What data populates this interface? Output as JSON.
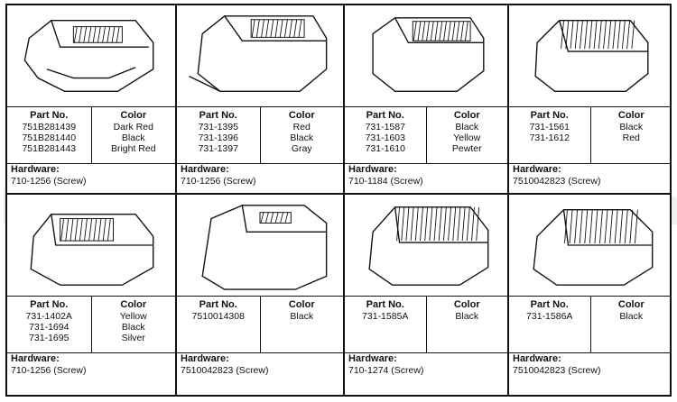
{
  "watermark": "ReplacementParts.com",
  "labels": {
    "part_no": "Part No.",
    "color": "Color",
    "hardware": "Hardware:"
  },
  "cells": [
    {
      "image": "engine-shroud-1",
      "parts": [
        "751B281439",
        "751B281440",
        "751B281443"
      ],
      "colors": [
        "Dark Red",
        "Black",
        "Bright Red"
      ],
      "hardware": "710-1256 (Screw)"
    },
    {
      "image": "engine-shroud-2",
      "parts": [
        "731-1395",
        "731-1396",
        "731-1397"
      ],
      "colors": [
        "Red",
        "Black",
        "Gray"
      ],
      "hardware": "710-1256 (Screw)"
    },
    {
      "image": "engine-shroud-3",
      "parts": [
        "731-1587",
        "731-1603",
        "731-1610"
      ],
      "colors": [
        "Black",
        "Yellow",
        "Pewter"
      ],
      "hardware": "710-1184 (Screw)"
    },
    {
      "image": "engine-shroud-4",
      "parts": [
        "731-1561",
        "731-1612"
      ],
      "colors": [
        "Black",
        "Red"
      ],
      "hardware": "7510042823 (Screw)"
    },
    {
      "image": "engine-shroud-5",
      "parts": [
        "731-1402A",
        "731-1694",
        "731-1695"
      ],
      "colors": [
        "Yellow",
        "Black",
        "Silver"
      ],
      "hardware": "710-1256 (Screw)"
    },
    {
      "image": "engine-shroud-6",
      "parts": [
        "7510014308"
      ],
      "colors": [
        "Black"
      ],
      "hardware": "7510042823 (Screw)"
    },
    {
      "image": "engine-shroud-7",
      "parts": [
        "731-1585A"
      ],
      "colors": [
        "Black"
      ],
      "hardware": "710-1274 (Screw)"
    },
    {
      "image": "engine-shroud-8",
      "parts": [
        "731-1586A"
      ],
      "colors": [
        "Black"
      ],
      "hardware": "7510042823 (Screw)"
    }
  ]
}
